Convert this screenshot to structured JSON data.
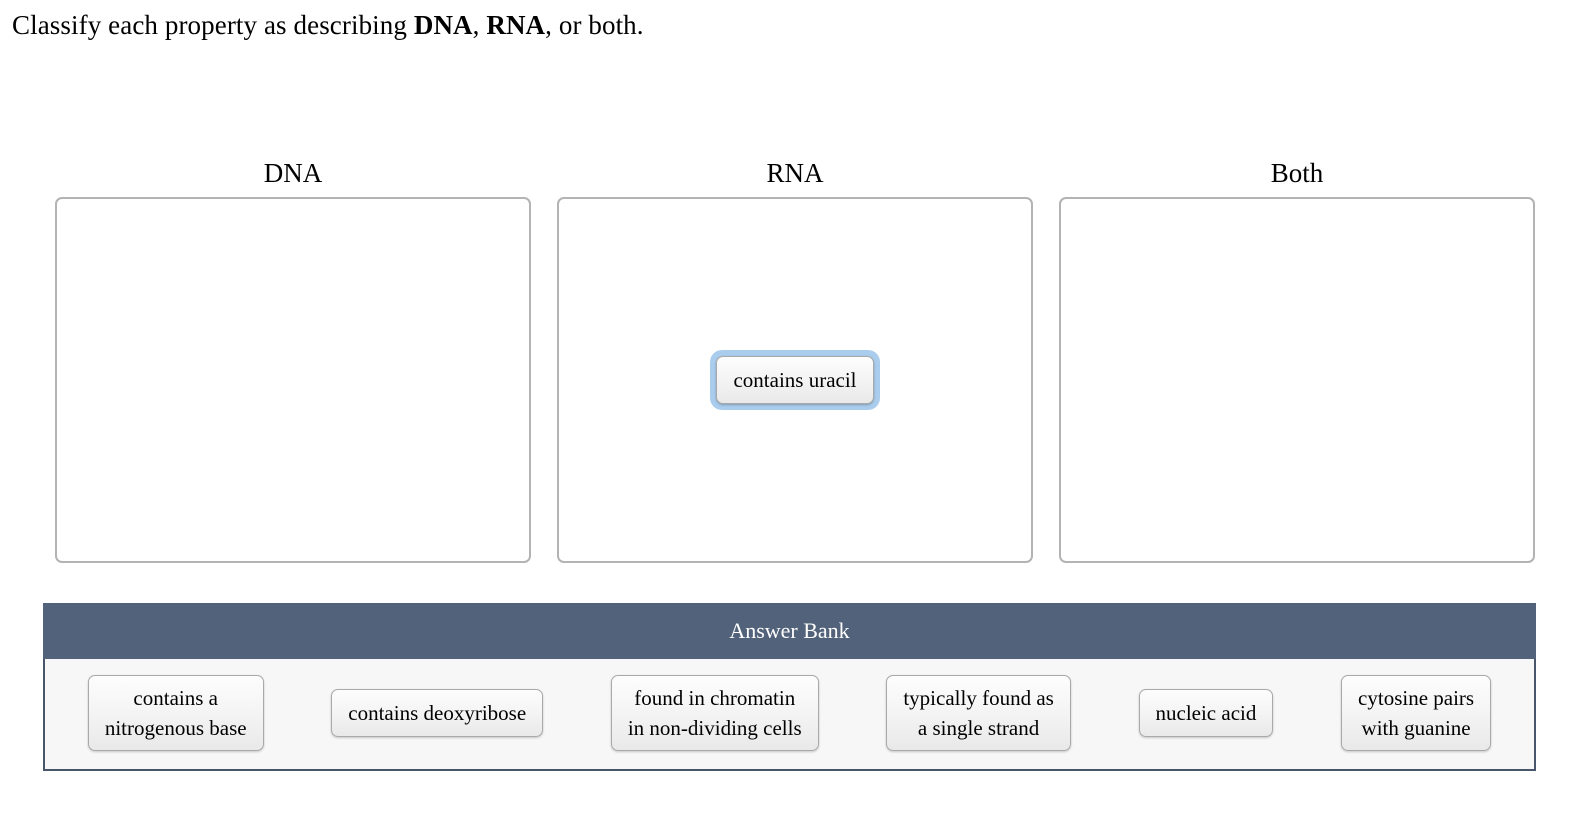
{
  "prompt": {
    "part1": "Classify each property as describing ",
    "bold1": "DNA",
    "part2": ", ",
    "bold2": "RNA",
    "part3": ", or both."
  },
  "colors": {
    "dropzone_border": "#b3b3b3",
    "answer_bank_header_bg": "#52627a",
    "answer_bank_border": "#47566b",
    "answer_bank_body_bg": "#f7f7f7",
    "selection_halo": "#aacdee",
    "tile_border": "#a9a9a9"
  },
  "categories": [
    {
      "title": "DNA",
      "placed_tiles": []
    },
    {
      "title": "RNA",
      "placed_tiles": [
        {
          "label": "contains uracil",
          "selected": true,
          "lines": 1
        }
      ]
    },
    {
      "title": "Both",
      "placed_tiles": []
    }
  ],
  "answer_bank": {
    "header": "Answer Bank",
    "tiles": [
      {
        "label": "contains a\nnitrogenous base",
        "lines": 2
      },
      {
        "label": "contains deoxyribose",
        "lines": 1
      },
      {
        "label": "found in chromatin\nin non-dividing cells",
        "lines": 2
      },
      {
        "label": "typically found as\na single strand",
        "lines": 2
      },
      {
        "label": "nucleic acid",
        "lines": 1
      },
      {
        "label": "cytosine pairs\nwith guanine",
        "lines": 2
      }
    ]
  }
}
